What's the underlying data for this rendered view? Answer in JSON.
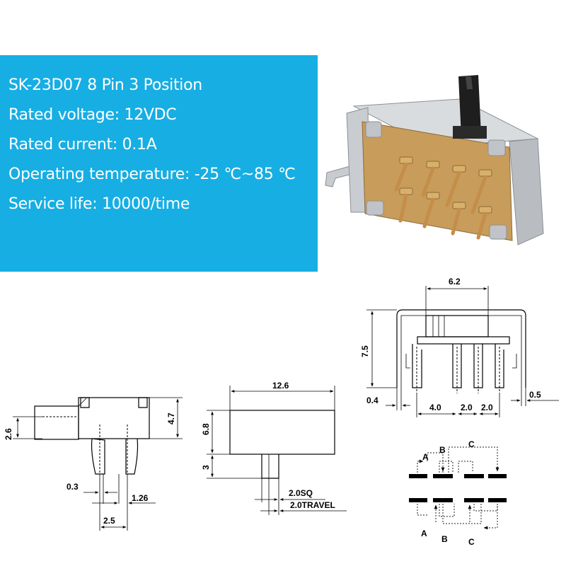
{
  "specs": [
    "SK-23D07 8 Pin 3 Position",
    "Rated voltage: 12VDC",
    "Rated current: 0.1A",
    "Operating temperature: -25 ℃~85 ℃",
    "Service life: 10000/time"
  ],
  "colors": {
    "panel": "#17aee3",
    "switch_body": "#c89c5a",
    "metal": "#b9bdc2",
    "actuator": "#1e1e1e"
  },
  "side_view": {
    "dim_height": "4.7",
    "dim_actuator": "2.6",
    "dim_pin": "0.3",
    "dim_pin2": "1.26",
    "dim_pitch": "2.5"
  },
  "front_view": {
    "dim_length": "12.6",
    "dim_height": "6.8",
    "dim_pin_len": "3",
    "dim_pin_sq": "2.0SQ",
    "dim_travel": "2.0TRAVEL"
  },
  "end_view": {
    "dim_actuator": "6.2",
    "dim_height": "7.5",
    "dim_left": "0.4",
    "dim_right": "0.5",
    "dim_pitch1": "4.0",
    "dim_pitch2": "2.0",
    "dim_pitch3": "2.0"
  },
  "schematic": {
    "label_a": "A",
    "label_b": "B",
    "label_c": "C"
  }
}
